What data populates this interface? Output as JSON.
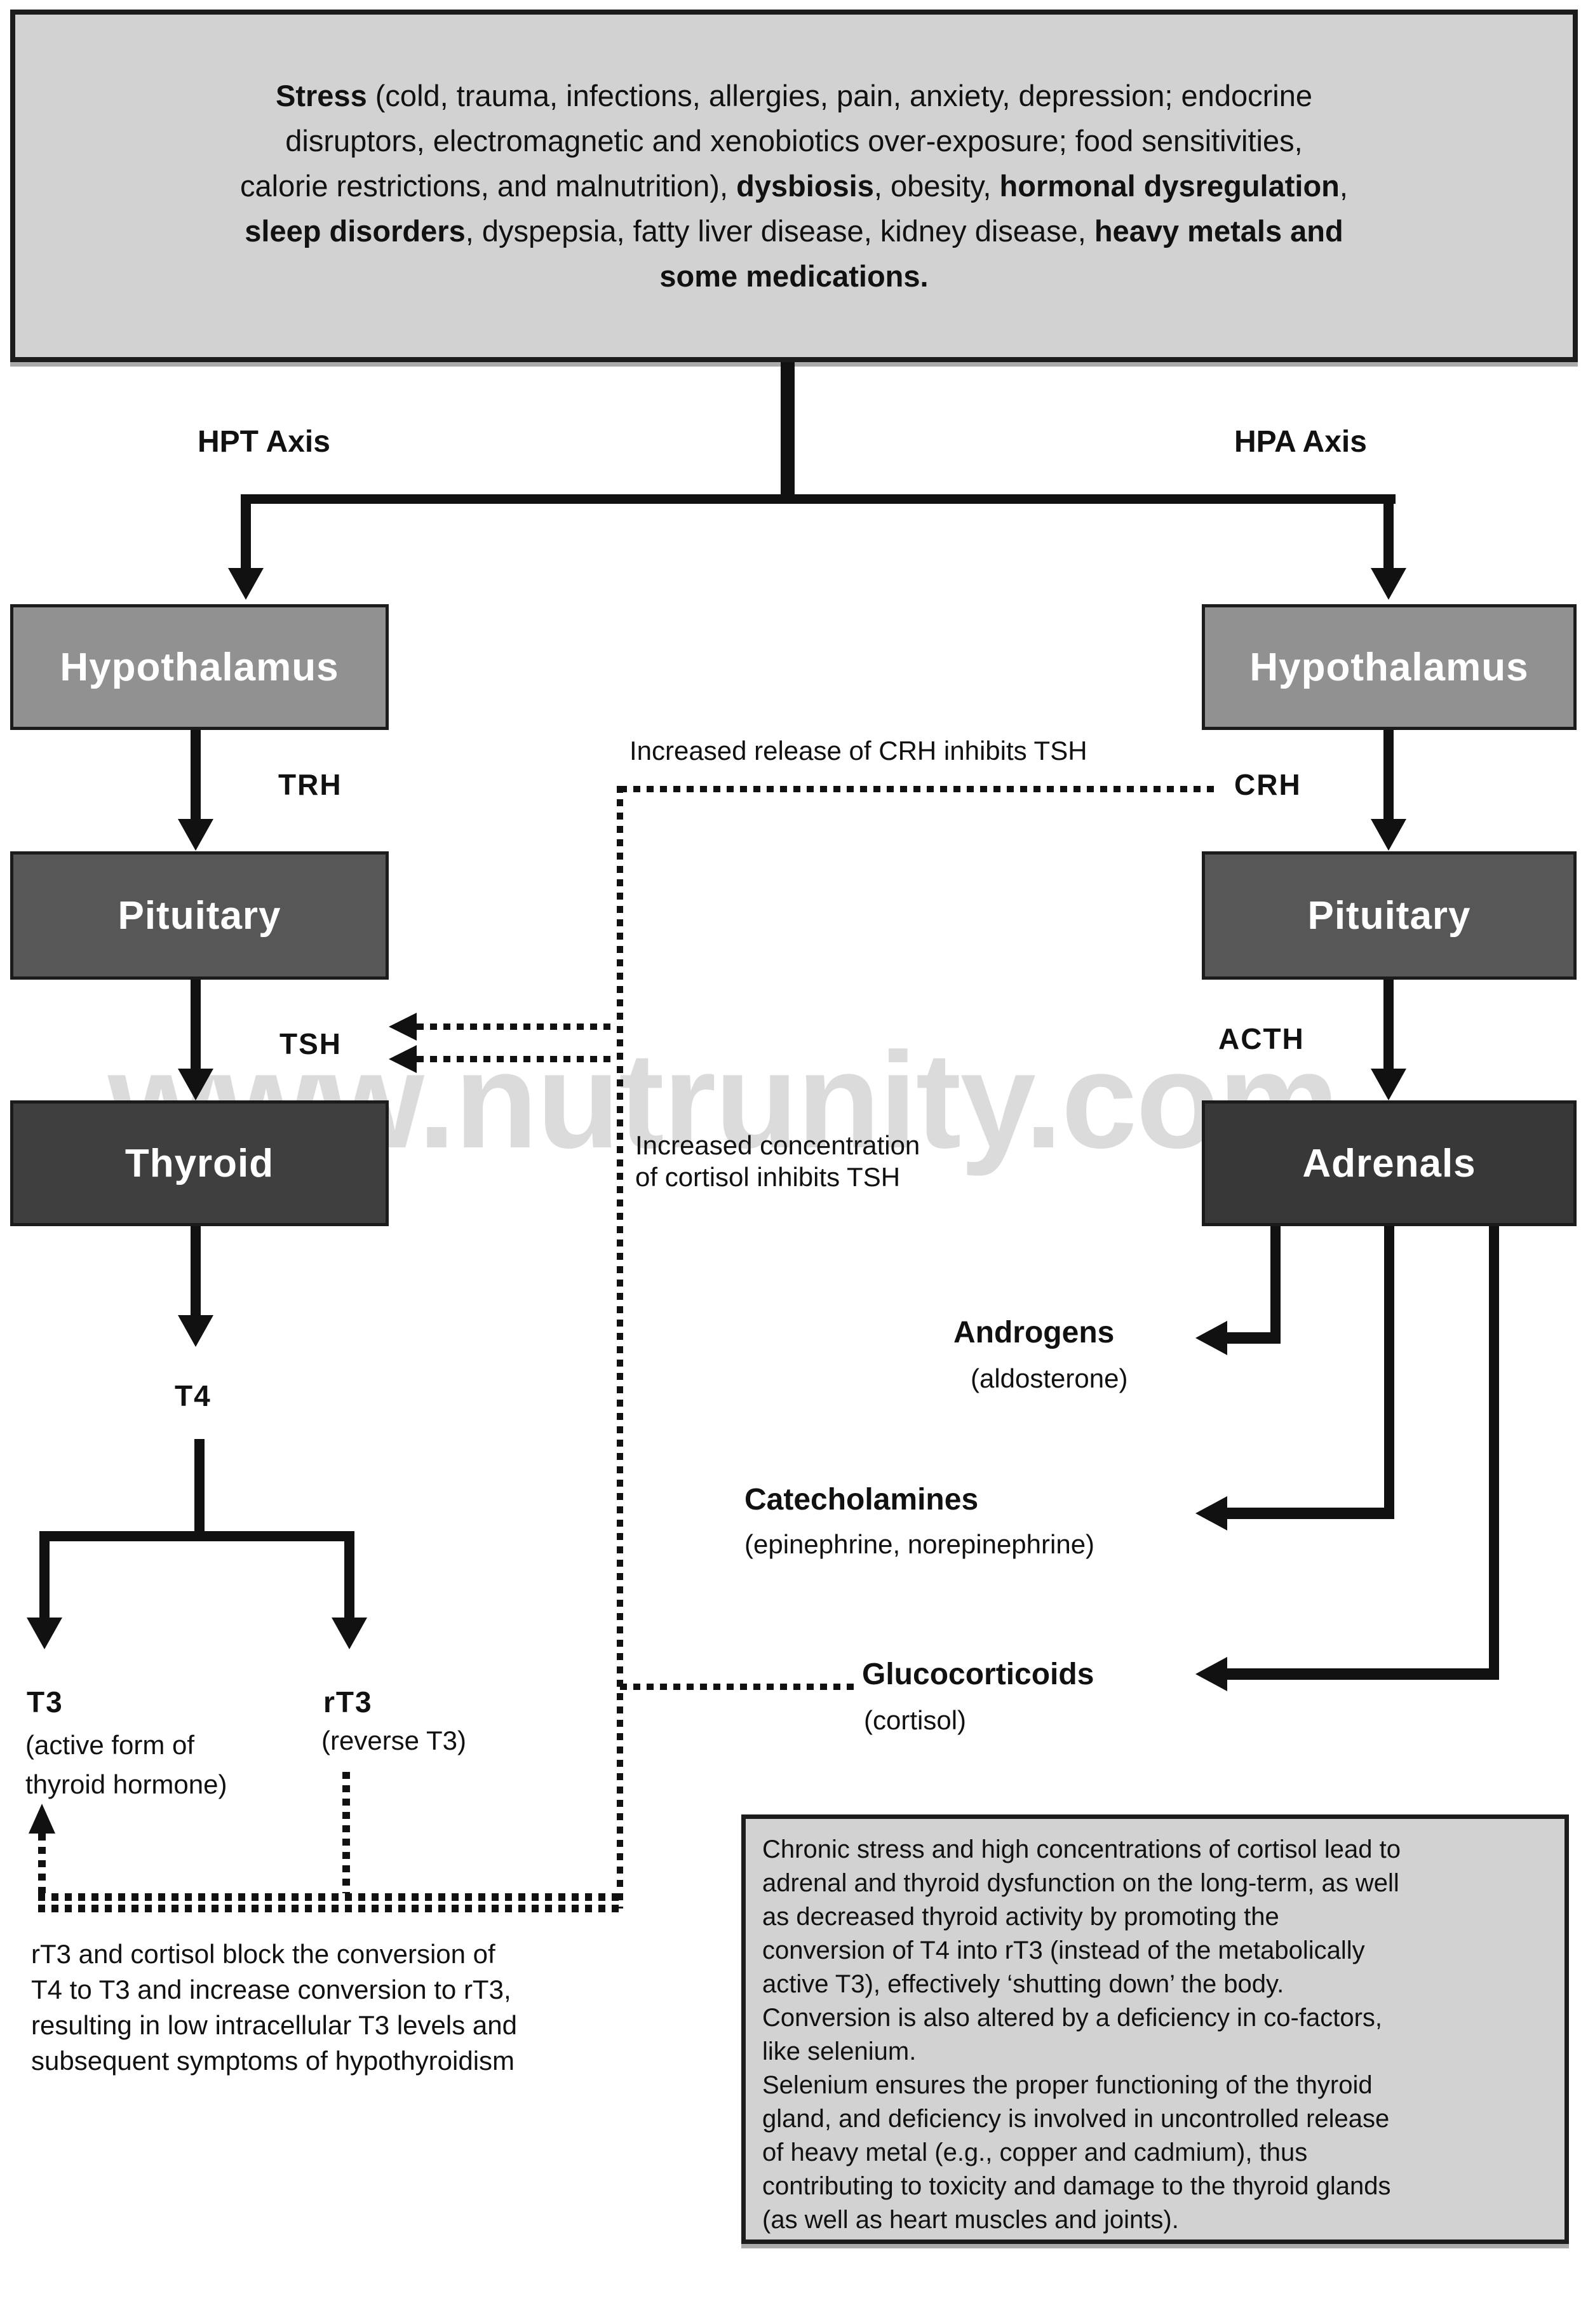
{
  "colors": {
    "background": "#ffffff",
    "panel_bg": "#d2d2d2",
    "panel_border": "#1c1c1c",
    "hypothalamus_fill": "#919191",
    "pituitary_fill": "#575757",
    "thyroid_fill": "#3f3f3f",
    "adrenals_fill": "#383838",
    "line_color": "#111111",
    "watermark_color": "#dbdbdb"
  },
  "watermark": "www.nutrunity.com",
  "stress_box": {
    "lines": [
      [
        {
          "t": "Stress",
          "b": true
        },
        {
          "t": " (cold, trauma, infections, allergies, pain, anxiety, depression; endocrine",
          "b": false
        }
      ],
      [
        {
          "t": "disruptors, electromagnetic and xenobiotics over-exposure; food sensitivities,",
          "b": false
        }
      ],
      [
        {
          "t": "calorie restrictions, and malnutrition), ",
          "b": false
        },
        {
          "t": "dysbiosis",
          "b": true
        },
        {
          "t": ", obesity, ",
          "b": false
        },
        {
          "t": "hormonal dysregulation",
          "b": true
        },
        {
          "t": ",",
          "b": false
        }
      ],
      [
        {
          "t": "sleep disorders",
          "b": true
        },
        {
          "t": ", dyspepsia, fatty liver disease, kidney disease, ",
          "b": false
        },
        {
          "t": "heavy metals and",
          "b": true
        }
      ],
      [
        {
          "t": "some medications.",
          "b": true
        }
      ]
    ]
  },
  "hpt_axis": {
    "title": "HPT Axis",
    "hypothalamus": "Hypothalamus",
    "trh": "TRH",
    "pituitary": "Pituitary",
    "tsh": "TSH",
    "thyroid": "Thyroid",
    "t4": "T4",
    "t3": "T3",
    "t3_note": "(active form of\nthyroid hormone)",
    "rt3": "rT3",
    "rt3_note": "(reverse T3)"
  },
  "hpa_axis": {
    "title": "HPA Axis",
    "hypothalamus": "Hypothalamus",
    "crh": "CRH",
    "pituitary": "Pituitary",
    "acth": "ACTH",
    "adrenals": "Adrenals",
    "outputs": [
      {
        "label": "Androgens",
        "detail": "(aldosterone)"
      },
      {
        "label": "Catecholamines",
        "detail": "(epinephrine, norepinephrine)"
      },
      {
        "label": "Glucocorticoids",
        "detail": "(cortisol)"
      }
    ]
  },
  "feedback": {
    "crh_inhibits_tsh": "Increased release of CRH inhibits TSH",
    "cortisol_inhibits_tsh": "Increased concentration\nof cortisol inhibits TSH"
  },
  "notes": {
    "rt3_block": "rT3 and cortisol block the conversion of\nT4 to T3 and increase conversion to rT3,\nresulting in low intracellular T3 levels and\nsubsequent symptoms of hypothyroidism",
    "chronic_stress_paragraphs": [
      "Chronic stress and high concentrations of cortisol lead to\nadrenal and thyroid dysfunction on the long-term, as well\nas decreased thyroid activity by promoting the\nconversion of T4 into rT3 (instead of the metabolically\nactive T3), effectively ‘shutting down’ the body.",
      "Conversion is also altered by a deficiency in co-factors,\nlike selenium.",
      "Selenium ensures the proper functioning of the thyroid\ngland, and deficiency is involved in uncontrolled release\nof heavy metal (e.g., copper and cadmium), thus\ncontributing to toxicity and damage to the thyroid glands\n(as well as heart muscles and joints)."
    ]
  }
}
